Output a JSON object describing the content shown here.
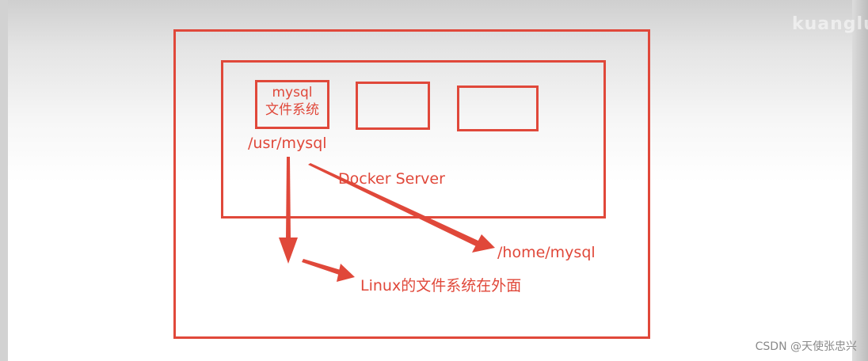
{
  "diagram": {
    "mysql_box_line1": "mysql",
    "mysql_box_line2": "文件系统",
    "container_path": "/usr/mysql",
    "server_label": "Docker Server",
    "host_path": "/home/mysql",
    "linux_note": "Linux的文件系统在外面"
  },
  "watermark": {
    "corner_text": "kuanglu",
    "credit": "CSDN @天使张忠兴"
  },
  "colors": {
    "accent": "#e0483a",
    "background_top": "#cfcfcf",
    "background_bottom": "#ffffff",
    "credit_text": "#8a8a8a"
  }
}
